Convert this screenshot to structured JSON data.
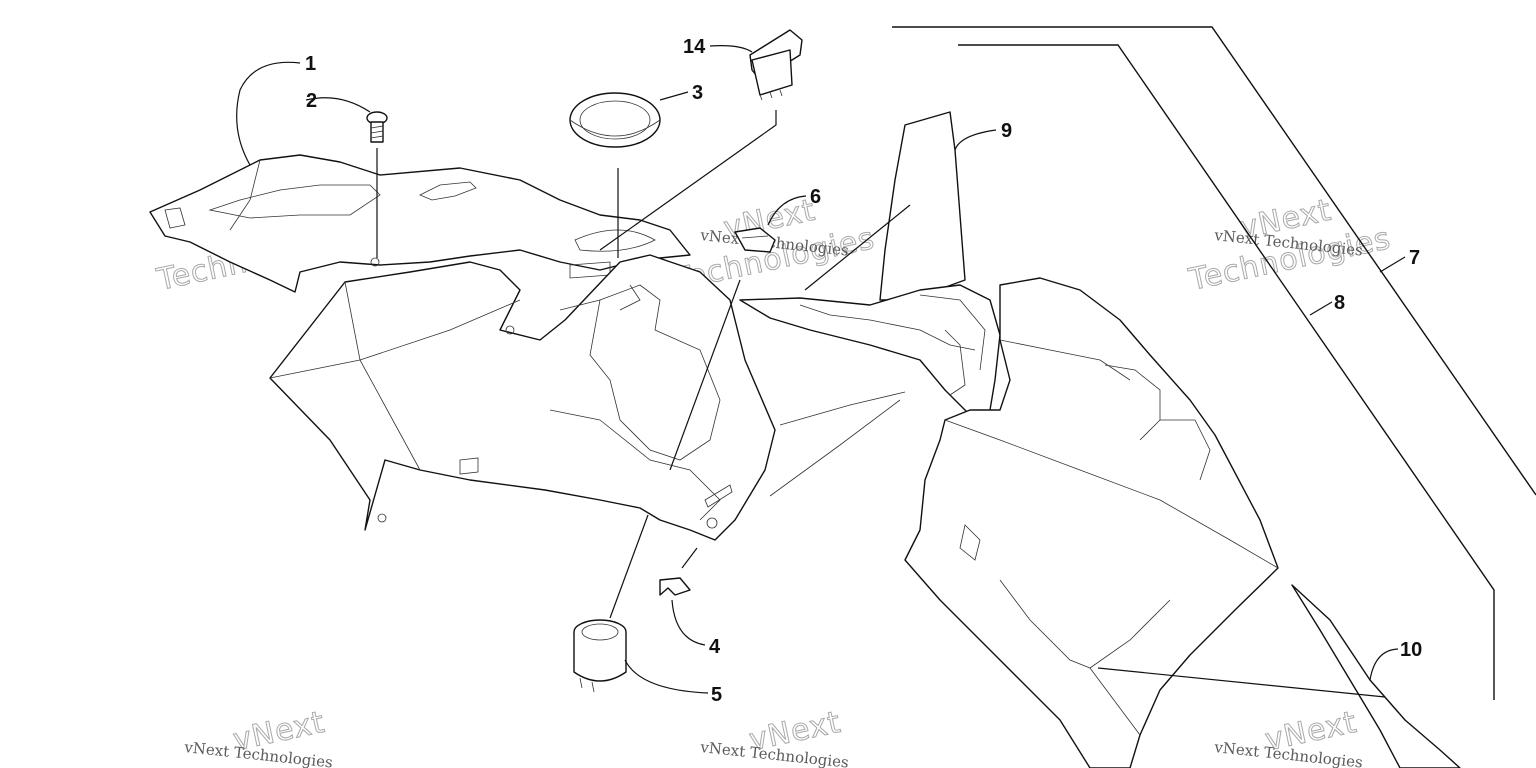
{
  "callouts": [
    {
      "id": "1",
      "label": "1"
    },
    {
      "id": "2",
      "label": "2"
    },
    {
      "id": "3",
      "label": "3"
    },
    {
      "id": "4",
      "label": "4"
    },
    {
      "id": "5",
      "label": "5"
    },
    {
      "id": "6",
      "label": "6"
    },
    {
      "id": "7",
      "label": "7"
    },
    {
      "id": "8",
      "label": "8"
    },
    {
      "id": "9",
      "label": "9"
    },
    {
      "id": "10",
      "label": "10"
    },
    {
      "id": "14",
      "label": "14"
    }
  ],
  "watermark": {
    "small_text": "vNext Technologies",
    "outline_top": "vNext",
    "outline_bottom": "Technologies"
  },
  "colors": {
    "line": "#111111",
    "watermark": "#a9a9a9",
    "background": "#ffffff"
  }
}
